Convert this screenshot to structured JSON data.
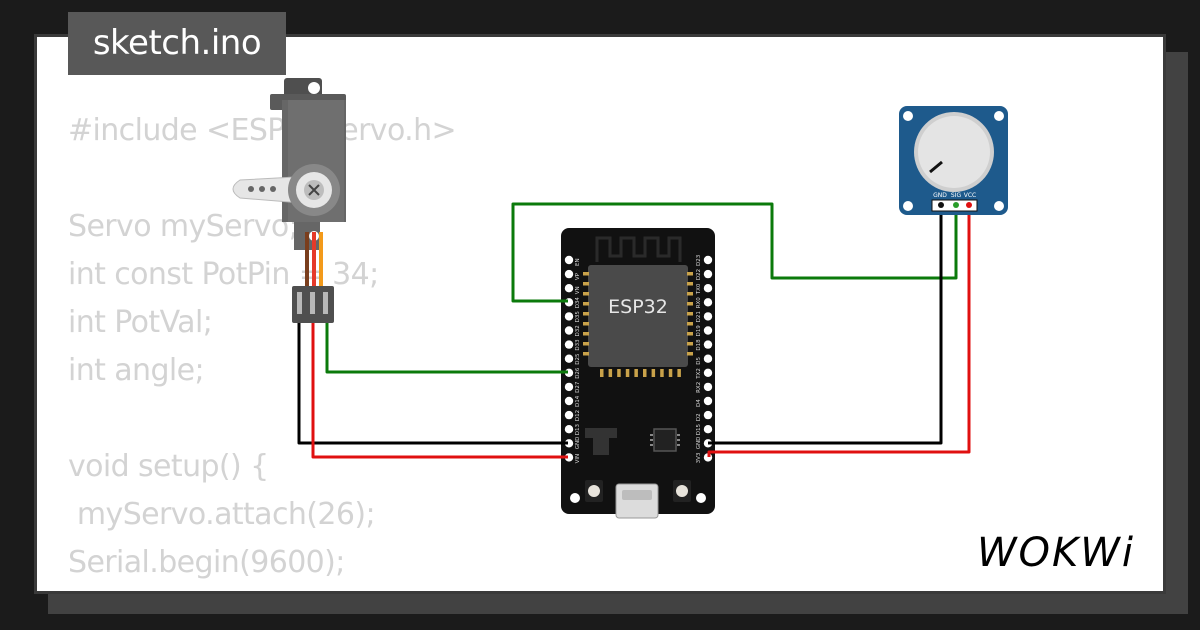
{
  "file_tab": {
    "label": "sketch.ino"
  },
  "code_lines": [
    "#include <ESP32Servo.h>",
    "",
    "Servo myServo;",
    "int const PotPin = 34;",
    "int PotVal;",
    "int angle;",
    "",
    "void setup() {",
    " myServo.attach(26);",
    "Serial.begin(9600);",
    "}"
  ],
  "esp32": {
    "chip_label": "ESP32",
    "left_pins": [
      "EN",
      "VP",
      "VN",
      "D34",
      "D35",
      "D32",
      "D33",
      "D25",
      "D26",
      "D27",
      "D14",
      "D12",
      "D13",
      "GND",
      "VIN"
    ],
    "right_pins": [
      "D23",
      "D22",
      "TX0",
      "RX0",
      "D21",
      "D19",
      "D18",
      "D5",
      "TX2",
      "RX2",
      "D4",
      "D2",
      "D15",
      "GND",
      "3V3"
    ]
  },
  "potentiometer": {
    "pin_labels": [
      "GND",
      "SIG",
      "VCC"
    ]
  },
  "wires": {
    "colors": {
      "signal": "#0b7a0b",
      "ground": "#000000",
      "power": "#e01010"
    }
  },
  "brand": {
    "logo_text": "WOKWi"
  }
}
